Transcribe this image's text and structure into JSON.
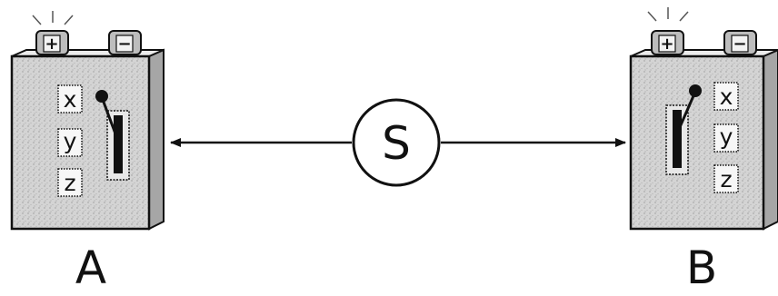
{
  "boxes": [
    {
      "id": "A",
      "label": "A",
      "terminals": {
        "positive": "+",
        "negative": "−"
      },
      "switch_labels": [
        "x",
        "y",
        "z"
      ]
    },
    {
      "id": "B",
      "label": "B",
      "terminals": {
        "positive": "+",
        "negative": "−"
      },
      "switch_labels": [
        "x",
        "y",
        "z"
      ]
    }
  ],
  "center_node": {
    "label": "S"
  },
  "colors": {
    "ink": "#111111",
    "box_fill": "#d4d4d4",
    "box_side": "#a6a6a6",
    "box_top": "#ececec",
    "terminal_fill": "#bdbdbd",
    "background": "#ffffff"
  }
}
